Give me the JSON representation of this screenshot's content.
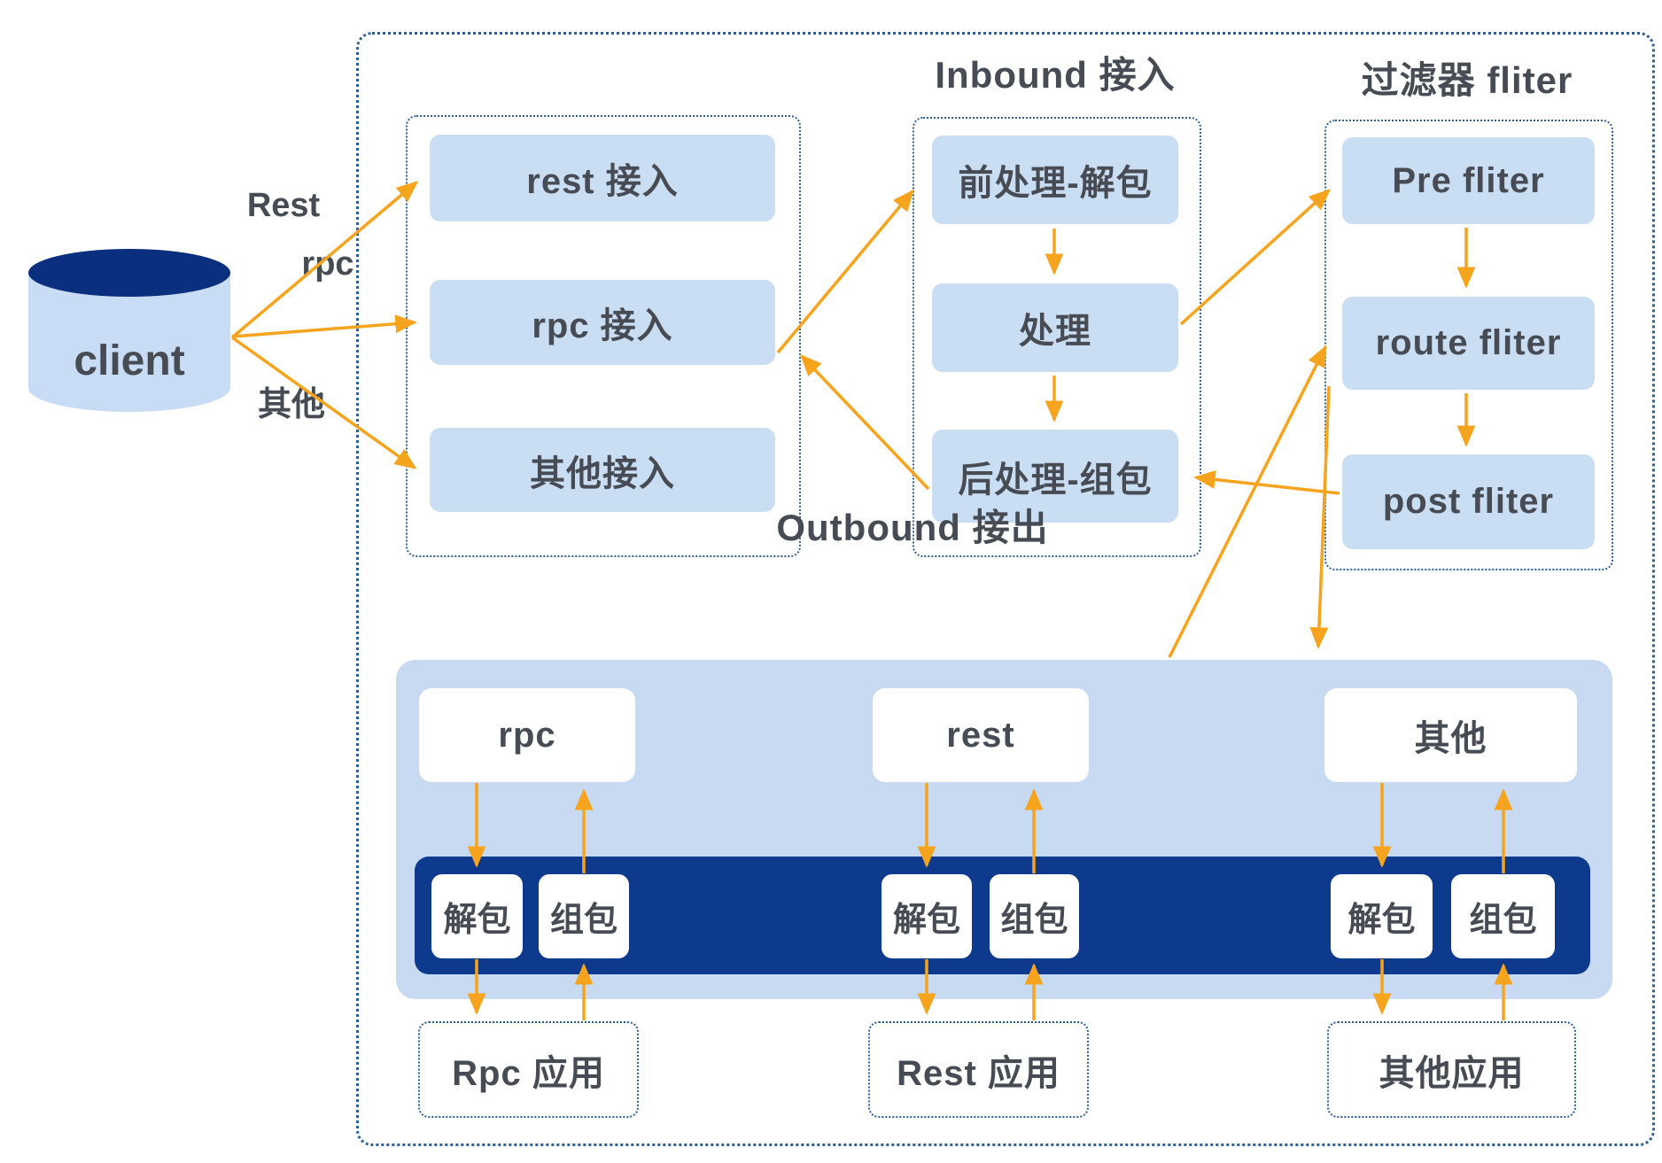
{
  "colors": {
    "accent_orange": "#F6A41D",
    "light_blue_box": "#C9DDF3",
    "outbound_band_blue": "#C7DAF1",
    "navy_bar": "#0D3A8D",
    "cylinder_top_navy": "#0A2F7E",
    "dashed_border_blue": "#2E5F93",
    "text_gray": "#474C54"
  },
  "client": {
    "label": "client"
  },
  "client_edges": {
    "rest": "Rest",
    "rpc": "rpc",
    "other": "其他"
  },
  "access_group": {
    "items": [
      "rest 接入",
      "rpc 接入",
      "其他接入"
    ]
  },
  "inbound_group": {
    "title": "Inbound 接入",
    "items": [
      "前处理-解包",
      "处理",
      "后处理-组包"
    ]
  },
  "filter_group": {
    "title": "过滤器 fliter",
    "items": [
      "Pre fliter",
      "route fliter",
      "post fliter"
    ]
  },
  "outbound": {
    "title": "Outbound 接出",
    "protocols": [
      "rpc",
      "rest",
      "其他"
    ],
    "unpack_label": "解包",
    "pack_label": "组包"
  },
  "apps": {
    "items": [
      "Rpc 应用",
      "Rest 应用",
      "其他应用"
    ]
  }
}
